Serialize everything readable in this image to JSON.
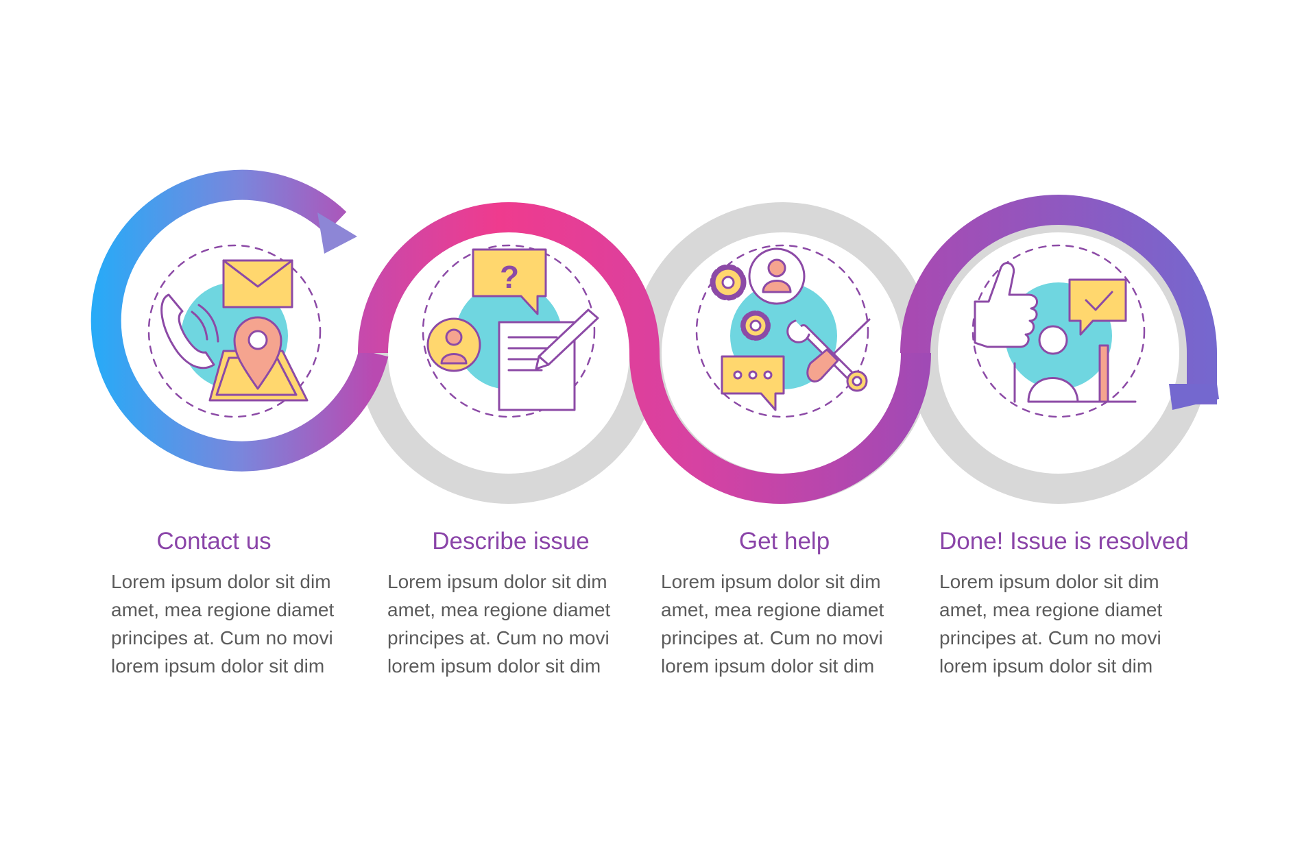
{
  "steps": [
    {
      "title": "Contact us",
      "body": "Lorem ipsum dolor sit dim amet, mea regione diamet principes at. Cum no movi lorem ipsum dolor sit dim",
      "icons": [
        "phone-icon",
        "envelope-icon",
        "location-pin-icon",
        "map-icon"
      ]
    },
    {
      "title": "Describe issue",
      "body": "Lorem ipsum dolor sit dim amet, mea regione diamet principes at. Cum no movi lorem ipsum dolor sit dim",
      "icons": [
        "question-bubble-icon",
        "user-avatar-icon",
        "document-icon",
        "pencil-icon"
      ]
    },
    {
      "title": "Get help",
      "body": "Lorem ipsum dolor sit dim amet, mea regione diamet principes at. Cum no movi lorem ipsum dolor sit dim",
      "icons": [
        "gear-icon",
        "user-avatar-icon",
        "chat-bubble-icon",
        "wrench-icon",
        "screwdriver-icon"
      ]
    },
    {
      "title": "Done! Issue is resolved",
      "body": "Lorem ipsum dolor sit dim amet, mea regione diamet principes at. Cum no movi lorem ipsum dolor sit dim",
      "icons": [
        "thumbs-up-icon",
        "check-bubble-icon",
        "person-at-laptop-icon"
      ]
    }
  ],
  "colors": {
    "title": "#8a44a8",
    "body_text": "#5b5b5b",
    "ring_gray": "#d8d8d8",
    "gradient_start": "#1faefa",
    "gradient_mid": "#e93b8d",
    "gradient_end": "#7a6ad2",
    "icon_outline": "#8c4aa6",
    "icon_cyan": "#6fd6e0",
    "icon_yellow": "#ffd76e",
    "icon_salmon": "#f5a48f"
  }
}
